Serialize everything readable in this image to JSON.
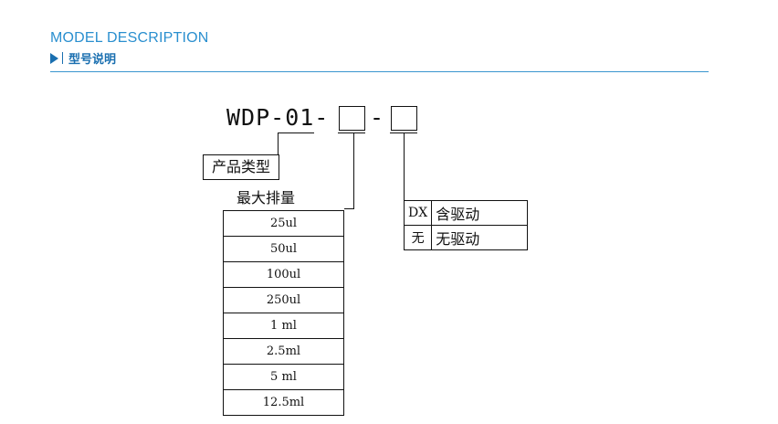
{
  "header": {
    "title_en": "MODEL DESCRIPTION",
    "title_zh": "型号说明"
  },
  "model": {
    "prefix": "WDP-01-",
    "separator": "-"
  },
  "product_type": {
    "label": "产品类型"
  },
  "displacement": {
    "title": "最大排量",
    "options": [
      "25ul",
      "50ul",
      "100ul",
      "250ul",
      "1 ml",
      "2.5ml",
      "5 ml",
      "12.5ml"
    ]
  },
  "drive": {
    "options": [
      {
        "code": "DX",
        "desc": "含驱动"
      },
      {
        "code": "无",
        "desc": "无驱动"
      }
    ]
  }
}
